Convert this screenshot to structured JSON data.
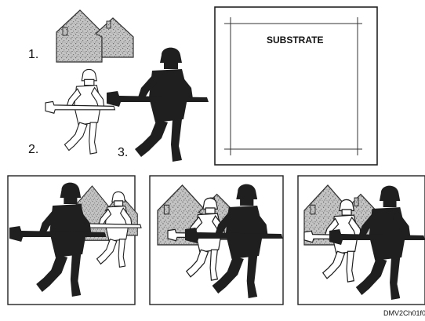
{
  "labels": {
    "step1": "1.",
    "step2": "2.",
    "step3": "3.",
    "substrate": "SUBSTRATE",
    "figure_code": "DMV2Ch01f0"
  },
  "colors": {
    "ink": "#1f1f1f",
    "house_fill": "#bdbdbd",
    "paper": "#ffffff"
  }
}
